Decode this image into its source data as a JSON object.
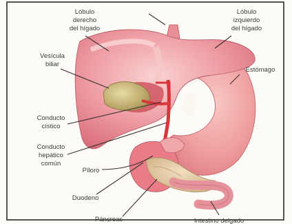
{
  "labels": {
    "top_partial": "",
    "lobulo_derecho": [
      "Lóbulo",
      "derecho",
      "del hígado"
    ],
    "lobulo_izquierdo": [
      "Lóbulo",
      "izquierdo",
      "del hígado"
    ],
    "vesicula": [
      "Vesícula",
      "biliar"
    ],
    "estomago": "Estómago",
    "conducto_cistico": [
      "Conducto",
      "cístico"
    ],
    "conducto_hepatico": [
      "Conducto",
      "hepático",
      "común"
    ],
    "piloro": "Píloro",
    "duodeno": "Duodeno",
    "pancreas": "Páncreas",
    "intestino": "Intestino delgado"
  },
  "colors": {
    "liver": "#e98f97",
    "liver_light": "#f6c4c4",
    "stomach": "#f2a1a1",
    "gallbladder": "#c6b276",
    "pancreas": "#e3c9a3",
    "duct": "#d8353d",
    "border": "#2a2a2a"
  }
}
